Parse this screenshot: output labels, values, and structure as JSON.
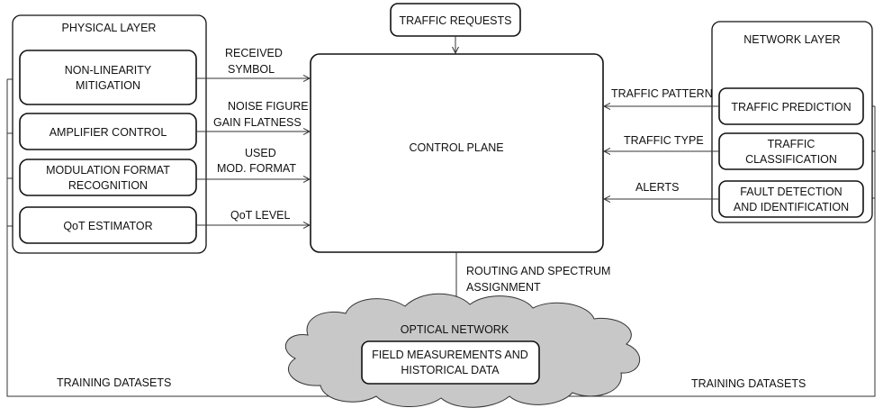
{
  "physical_layer": {
    "title": "PHYSICAL LAYER",
    "blocks": [
      {
        "line1": "NON-LINEARITY",
        "line2": "MITIGATION"
      },
      {
        "line1": "AMPLIFIER CONTROL"
      },
      {
        "line1": "MODULATION FORMAT",
        "line2": "RECOGNITION"
      },
      {
        "line1": "QoT ESTIMATOR"
      }
    ]
  },
  "network_layer": {
    "title": "NETWORK LAYER",
    "blocks": [
      {
        "line1": "TRAFFIC PREDICTION"
      },
      {
        "line1": "TRAFFIC",
        "line2": "CLASSIFICATION"
      },
      {
        "line1": "FAULT DETECTION",
        "line2": "AND IDENTIFICATION"
      }
    ]
  },
  "traffic_requests": "TRAFFIC REQUESTS",
  "control_plane": "CONTROL PLANE",
  "left_arrows": [
    {
      "line1": "RECEIVED",
      "line2": "SYMBOL"
    },
    {
      "line1": "NOISE FIGURE",
      "line2": "GAIN FLATNESS"
    },
    {
      "line1": "USED",
      "line2": "MOD. FORMAT"
    },
    {
      "line1": "QoT LEVEL"
    }
  ],
  "right_arrows": [
    {
      "line1": "TRAFFIC PATTERN"
    },
    {
      "line1": "TRAFFIC TYPE"
    },
    {
      "line1": "ALERTS"
    }
  ],
  "routing": {
    "line1": "ROUTING AND SPECTRUM",
    "line2": "ASSIGNMENT"
  },
  "optical_network": {
    "title": "OPTICAL NETWORK",
    "inner": {
      "line1": "FIELD MEASUREMENTS AND",
      "line2": "HISTORICAL DATA"
    }
  },
  "training_left": "TRAINING DATASETS",
  "training_right": "TRAINING DATASETS",
  "colors": {
    "cloud_fill": "#c8c8c8",
    "stroke": "#111111",
    "background": "#ffffff"
  }
}
